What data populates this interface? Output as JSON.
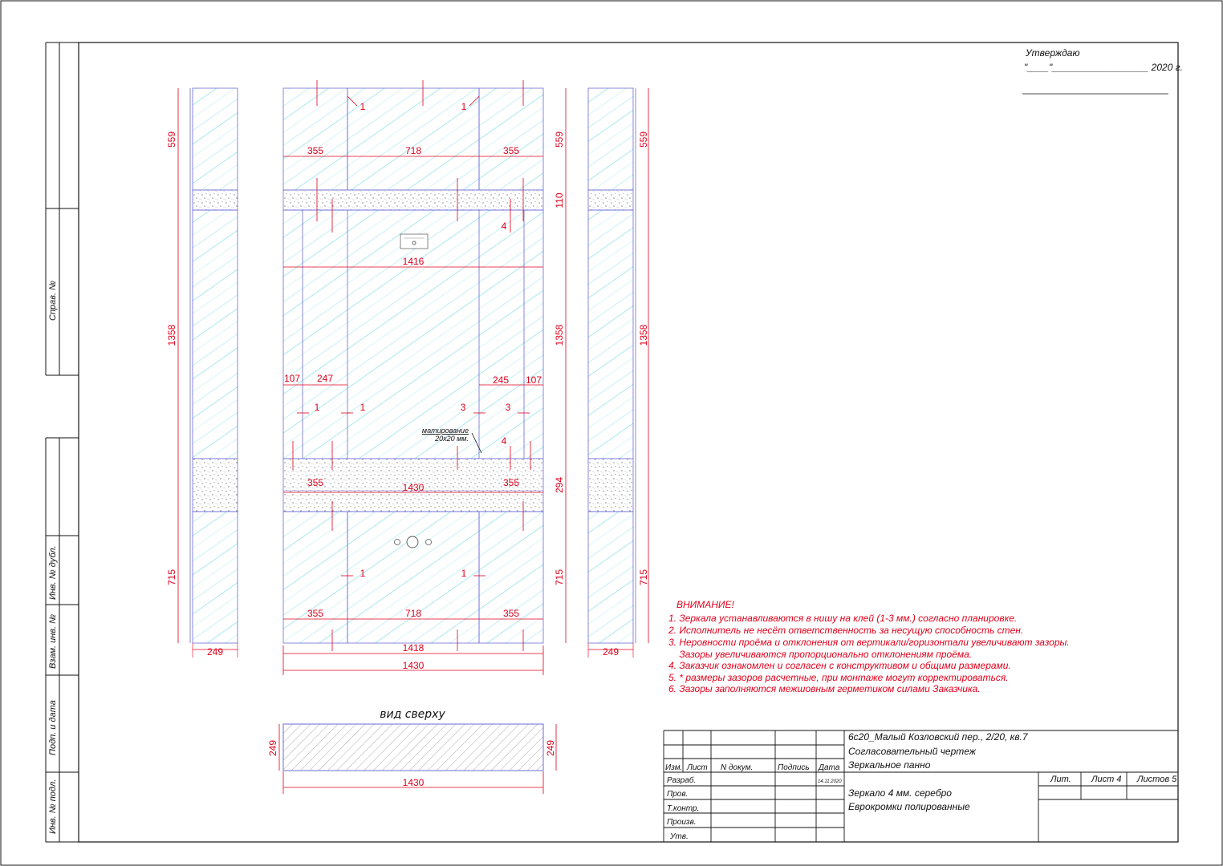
{
  "approval": {
    "title": "Утверждаю",
    "date_line": "\"____\"__________________ 2020 г."
  },
  "side_stamp": {
    "sprav": "Справ. №",
    "inv_dubl": "Инв. № дубл.",
    "vzam": "Взам. инв. №",
    "podp": "Подп. и дата",
    "inv_podl": "Инв. № подл."
  },
  "front_dims": {
    "w355": "355",
    "w718": "718",
    "w1416": "1416",
    "w1430": "1430",
    "w1418": "1418",
    "h559": "559",
    "h110": "110",
    "h1358": "1358",
    "h294": "294",
    "h715": "715",
    "g1": "1",
    "g3": "3",
    "g4": "4",
    "w107": "107",
    "w247": "247",
    "w245": "245"
  },
  "side_dims": {
    "w249": "249"
  },
  "matting_note": {
    "line1": "матирование",
    "line2": "20x20 мм."
  },
  "top_view": {
    "title": "вид сверху",
    "width": "1430",
    "depth": "249"
  },
  "notes": {
    "header": "ВНИМАНИЕ!",
    "items": [
      "1. Зеркала устанавливаются в нишу на клей (1-3 мм.) согласно планировке.",
      "2. Исполнитель не несёт ответственность за несущую способность стен.",
      "3. Неровности проёма и отклонения от вертикали/горизонтали увеличивают зазоры.",
      "    Зазоры увеличиваются пропорционально отклонениям проёма.",
      "4. Заказчик ознакомлен и согласен с конструктивом и общими размерами.",
      "5. * размеры зазоров расчетные, при монтаже могут корректироваться.",
      "6. Зазоры заполняются межшовным герметиком силами Заказчика."
    ]
  },
  "title_block": {
    "project": "6с20_Малый Козловский пер., 2/20, кв.7",
    "doc_type": "Согласовательный чертеж",
    "item_name": "Зеркальное панно",
    "col_izm": "Изм.",
    "col_list": "Лист",
    "col_ndoc": "N докум.",
    "col_podp": "Подпись",
    "col_data": "Дата",
    "row_razrab": "Разраб.",
    "row_prov": "Пров.",
    "row_tkontr": "Т.контр.",
    "row_proizv": "Произв.",
    "row_utv": "Утв.",
    "date": "14.11.2020",
    "material": "Зеркало 4 мм. серебро",
    "edge": "Еврокромки полированные",
    "lit": "Лит.",
    "sheet": "Лист 4",
    "sheets": "Листов 5"
  },
  "colors": {
    "dim": "#e0001b",
    "outline": "#6b6bd6",
    "glass": "#7fd6e0"
  }
}
